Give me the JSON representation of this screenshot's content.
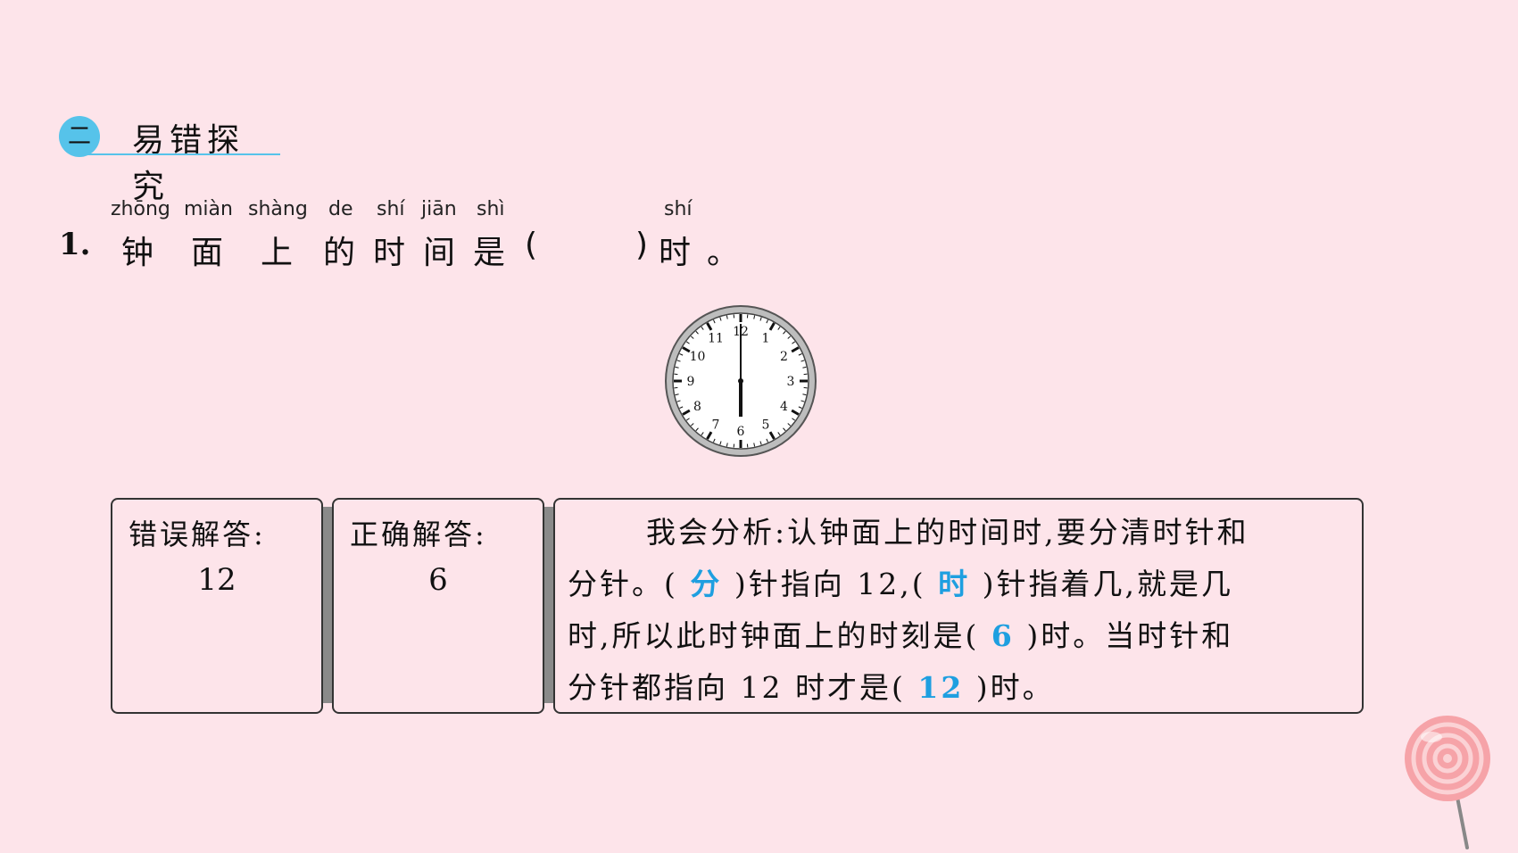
{
  "section": {
    "badge": "二",
    "title": "易错探究"
  },
  "question": {
    "number": "1.",
    "pinyin": [
      "zhōng",
      "miàn",
      "shàng",
      "de",
      "shí",
      "jiān",
      "shì",
      "shí"
    ],
    "hanzi": [
      "钟",
      "面",
      "上",
      "的",
      "时",
      "间",
      "是",
      "(",
      ")",
      "时",
      "。"
    ]
  },
  "clock": {
    "numbers": [
      "12",
      "1",
      "2",
      "3",
      "4",
      "5",
      "6",
      "7",
      "8",
      "9",
      "10",
      "11"
    ],
    "hour_hand_hour": 6,
    "minute_hand_minute": 0
  },
  "wrong_answer": {
    "label": "错误解答:",
    "value": "12"
  },
  "correct_answer": {
    "label": "正确解答:",
    "value": "6"
  },
  "analysis": {
    "l1": "我会分析:认钟面上的时间时,要分清时针和",
    "l2_a": "分针。(",
    "ans1": "分",
    "l2_b": ")针指向 12,(",
    "ans2": "时",
    "l2_c": ")针指着几,就是几",
    "l3_a": "时,所以此时钟面上的时刻是(",
    "ans3": "6",
    "l3_b": ")时。当时针和",
    "l4_a": "分针都指向 12 时才是(",
    "ans4": "12",
    "l4_b": ")时。"
  },
  "colors": {
    "background": "#fde4ea",
    "accent": "#56c3ea",
    "answer": "#1e9fe0"
  }
}
